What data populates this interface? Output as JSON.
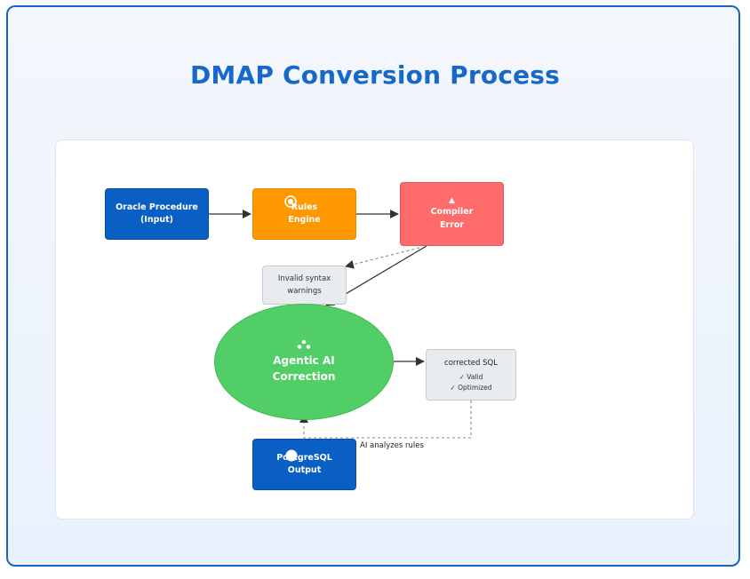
{
  "title": "DMAP Conversion Process",
  "nodes": {
    "oracle": {
      "label": "Oracle Procedure\n(Input)"
    },
    "rules": {
      "label": "Rules\nEngine",
      "icon": "gear-icon"
    },
    "compiler": {
      "label": "Compiler\nError",
      "icon": "warning-icon",
      "glyph": "▲"
    },
    "invalid": {
      "label": "Invalid syntax\nwarnings"
    },
    "agentic": {
      "label": "Agentic AI\nCorrection",
      "icon": "network-icon"
    },
    "corrected": {
      "label": "corrected SQL",
      "check1": "✓ Valid",
      "check2": "✓ Optimized"
    },
    "postgres": {
      "label": "PostgreSQL\nOutput",
      "icon": "database-icon"
    }
  },
  "edges": {
    "ai_note": "AI analyzes rules"
  },
  "colors": {
    "accent": "#1668c9",
    "blue": "#0a5fc4",
    "orange": "#ff9800",
    "red": "#ff6b6b",
    "green": "#51cf66",
    "gray": "#e9ecef"
  }
}
